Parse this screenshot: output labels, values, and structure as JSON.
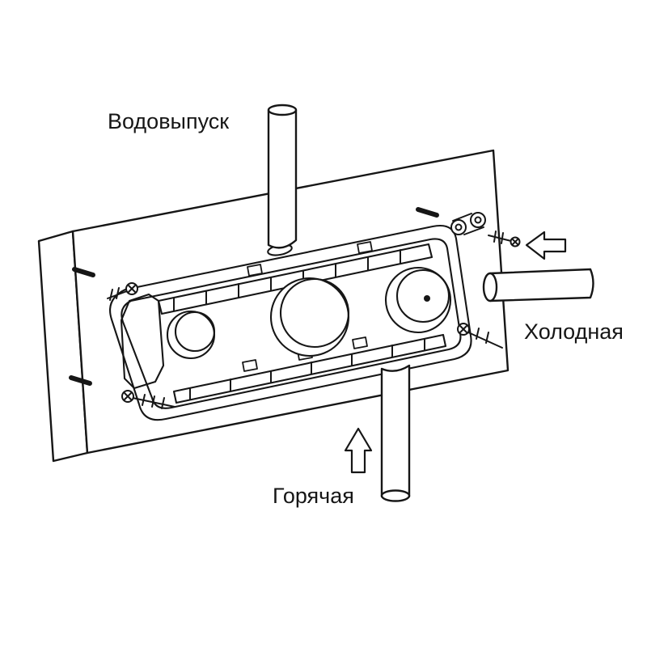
{
  "diagram": {
    "type": "plumbing-installation-diagram",
    "labels": {
      "outlet": "Водовыпуск",
      "cold": "Холодная",
      "hot": "Горячая"
    },
    "colors": {
      "line": "#161616",
      "background": "#ffffff"
    }
  }
}
